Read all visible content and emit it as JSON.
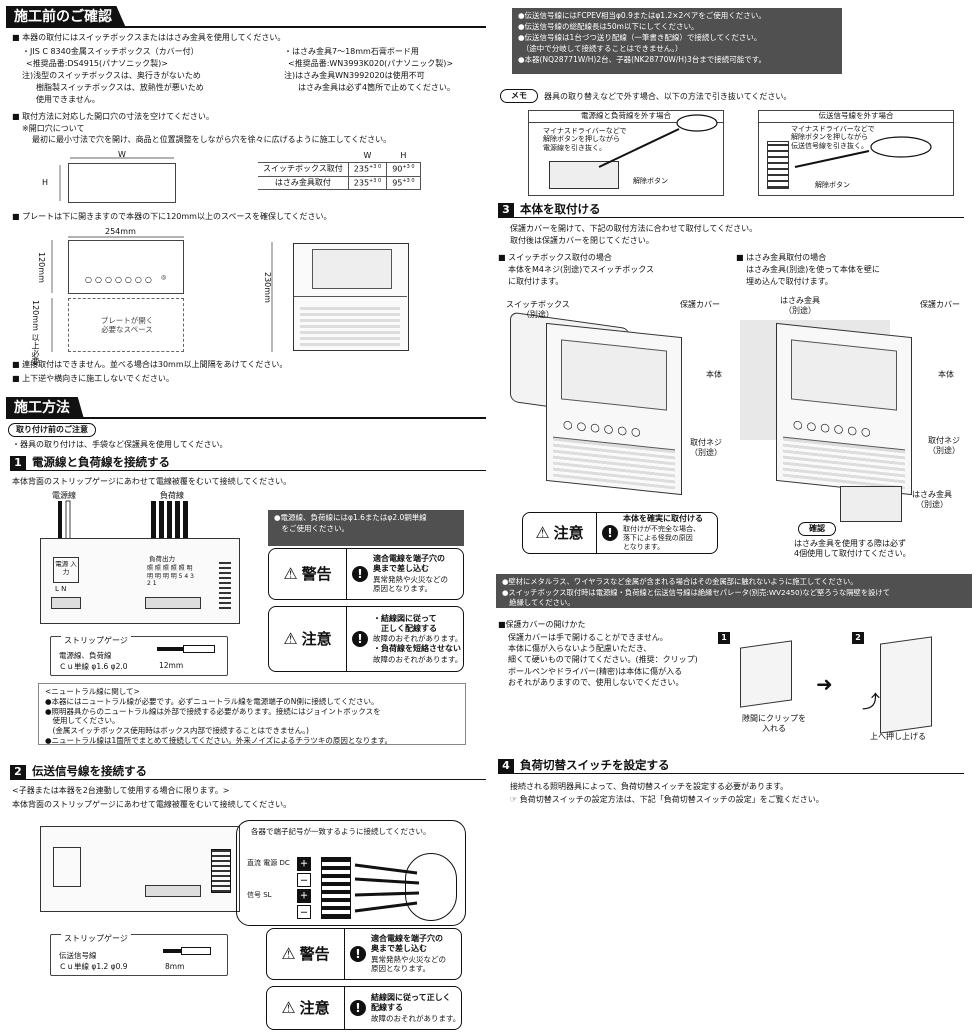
{
  "left": {
    "sec1_title": "施工前のご確認",
    "b1": "■ 本器の取付にはスイッチボックスまたははさみ金具を使用してください。",
    "b1_l1": "・JIS C 8340金属スイッチボックス（カバー付）",
    "b1_l2": "<推奨品番:DS4915(パナソニック製)>",
    "b1_l3": "注)浅型のスイッチボックスは、奥行きがないため",
    "b1_l4": "樹脂製スイッチボックスは、放熱性が悪いため",
    "b1_l5": "使用できません。",
    "b1_r1": "・はさみ金具7～18mm石膏ボード用",
    "b1_r2": "<推奨品番:WN3993K020(パナソニック製)>",
    "b1_r3": "注)はさみ金具WN3992020は使用不可",
    "b1_r4": "はさみ金具は必ず4箇所で止めてください。",
    "b2": "■ 取付方法に対応した開口穴の寸法を空けてください。",
    "b2_l1": "※開口穴について",
    "b2_l2": "最初に最小寸法で穴を開け、商品と位置調整をしながら穴を徐々に広げるように施工してください。",
    "dim_w": "W",
    "dim_h": "H",
    "table": {
      "col_w": "W",
      "col_h": "H",
      "rows": [
        {
          "label": "スイッチボックス取付",
          "w": "235",
          "w_tol": "+3 0",
          "h": "90",
          "h_tol": "+3 0"
        },
        {
          "label": "はさみ金具取付",
          "w": "235",
          "w_tol": "+3 0",
          "h": "95",
          "h_tol": "+3 0"
        }
      ]
    },
    "b3": "■ プレートは下に開きますので本器の下に120mm以上のスペースを確保してください。",
    "plate_width": "254mm",
    "plate_height": "120mm",
    "space_height": "120mm 以上必要",
    "space_label": "プレートが開く 必要なスペース",
    "body_height": "230mm",
    "b4": "■ 連接取付はできません。並べる場合は30mm以上間隔をあけてください。",
    "b5": "■ 上下逆や横向きに施工しないでください。",
    "sec2_title": "施工方法",
    "pre_pill": "取り付け前のご注意",
    "pre_txt": "・器具の取り付けは、手袋など保護具を使用してください。",
    "step1_num": "1",
    "step1_title": "電源線と負荷線を接続する",
    "step1_desc": "本体背面のストリップゲージにあわせて電線被覆をむいて接続してください。",
    "power_line": "電源線",
    "load_line": "負荷線",
    "power_input": "電源 入力",
    "ln": "L N",
    "load_output": "負荷出力",
    "load_labels": "照 照 照 照 照 明 明 明 明 明 5 4 3 2 1",
    "note_dark1": "●電源線、負荷線にはφ1.6またはφ2.0銅単線\n　をご使用ください。",
    "warn1": {
      "head": "警告",
      "b": "適合電線を端子穴の\n奥まで差し込む",
      "t": "異常発熱や火災などの\n原因となります。"
    },
    "caution1": {
      "head": "注意",
      "b1": "・結線図に従って\n　正しく配線する",
      "t1": "故障のおそれがあります。",
      "b2": "・負荷線を短絡させない",
      "t2": "故障のおそれがあります。"
    },
    "strip1_title": "ストリップゲージ",
    "strip1_l1": "電源線、負荷線",
    "strip1_l2": "Ｃｕ単線 φ1.6 φ2.0",
    "strip1_len": "12mm",
    "neutral": "<ニュートラル線に関して>\n●本器にはニュートラル線が必要です。必ずニュートラル線を電源端子のN側に接続してください。\n●照明器具からのニュートラル線は外部で接続する必要があります。接続にはジョイントボックスを\n　使用してください。\n　(金属スイッチボックス使用時はボックス内部で接続することはできません。)\n●ニュートラル線は1箇所でまとめて接続してください。外来ノイズによるチラツキの原因となります。",
    "step2_num": "2",
    "step2_title": "伝送信号線を接続する",
    "step2_l1": "<子器または本器を2台連動して使用する場合に限ります。>",
    "step2_l2": "本体背面のストリップゲージにあわせて電線被覆をむいて接続してください。",
    "bubble": "各器で端子記号が一致するように接続してください。",
    "dc": "直流 電源 DC",
    "sl": "信号 SL",
    "plus": "＋",
    "minus": "－",
    "strip2_title": "ストリップゲージ",
    "strip2_l1": "伝送信号線",
    "strip2_l2": "Ｃｕ単線 φ1.2 φ0.9",
    "strip2_len": "8mm",
    "warn2": {
      "head": "警告",
      "b": "適合電線を端子穴の\n奥まで差し込む",
      "t": "異常発熱や火災などの\n原因となります。"
    },
    "caution2": {
      "head": "注意",
      "b": "結線図に従って正しく\n配線する",
      "t": "故障のおそれがあります。"
    }
  },
  "right": {
    "dark_top": "●伝送信号線にはFCPEV相当φ0.9またはφ1.2×2ペアをご使用ください。\n●伝送信号線の総配線長は50m以下にしてください。\n●伝送信号線は1台づつ送り配線（一筆書き配線）で接続してください。\n　（途中で分岐して接続することはできません。）\n●本器(NQ28771W/H)2台、子器(NK28770W/H)3台まで接続可能です。",
    "memo": "メモ",
    "memo_txt": "器具の取り替えなどで外す場合、以下の方法で引き抜いてください。",
    "fig1_title": "電源線と負荷線を外す場合",
    "fig1_txt": "マイナスドライバーなどで\n解除ボタンを押しながら\n電源線を引き抜く。",
    "fig1_btn": "解除ボタン",
    "fig2_title": "伝送信号線を外す場合",
    "fig2_txt": "マイナスドライバーなどで\n解除ボタンを押しながら\n伝送信号線を引き抜く。",
    "fig2_btn": "解除ボタン",
    "step3_num": "3",
    "step3_title": "本体を取付ける",
    "step3_l1": "保護カバーを開けて、下記の取付方法に合わせて取付してください。",
    "step3_l2": "取付後は保護カバーを閉じてください。",
    "m1_title": "■ スイッチボックス取付の場合",
    "m1_l1": "本体をM4ネジ(別途)でスイッチボックス",
    "m1_l2": "に取付けます。",
    "m2_title": "■ はさみ金具取付の場合",
    "m2_l1": "はさみ金具(別途)を使って本体を壁に",
    "m2_l2": "埋め込んで取付けます。",
    "lbl_switchbox": "スイッチボックス\n（別途）",
    "lbl_cover1": "保護カバー",
    "lbl_body1": "本体",
    "lbl_screw1": "取付ネジ\n（別途）",
    "lbl_clamp": "はさみ金具\n（別途）",
    "lbl_cover2": "保護カバー",
    "lbl_body2": "本体",
    "lbl_screw2": "取付ネジ\n（別途）",
    "lbl_clamp2": "はさみ金具\n（別途）",
    "caution3": {
      "head": "注意",
      "b": "本体を確実に取付ける",
      "t": "取付けが不完全な場合、\n落下による怪我の原因\nとなります。"
    },
    "confirm": "確認",
    "confirm_txt": "はさみ金具を使用する際は必ず\n4個使用して取付けてください。",
    "dark_mid": "●壁材にメタルラス、ワイヤラスなど金属が含まれる場合はその金属部に触れないように施工してください。\n●スイッチボックス取付時は電源線・負荷線と伝送信号線は絶縁セパレータ(別売:WV2450)など堅ろうな隔壁を設けて\n　絶縁してください。",
    "cover_title": "■保護カバーの開けかた",
    "cover_txt": "保護カバーは手で開けることができません。\n本体に傷が入らないよう配慮いただき、\n細くて硬いもので開けてください。(推奨：クリップ)\nボールペンやドライバー(精密)は本体に傷が入る\nおそれがありますので、使用しないでください。",
    "fig_n1": "1",
    "fig_n2": "2",
    "fig_c1": "隙間にクリップを\n入れる",
    "fig_c2": "上へ押し上げる",
    "step4_num": "4",
    "step4_title": "負荷切替スイッチを設定する",
    "step4_l1": "接続される照明器具によって、負荷切替スイッチを設定する必要があります。",
    "step4_l2": "☞ 負荷切替スイッチの設定方法は、下記「負荷切替スイッチの設定」をご覧ください。"
  }
}
